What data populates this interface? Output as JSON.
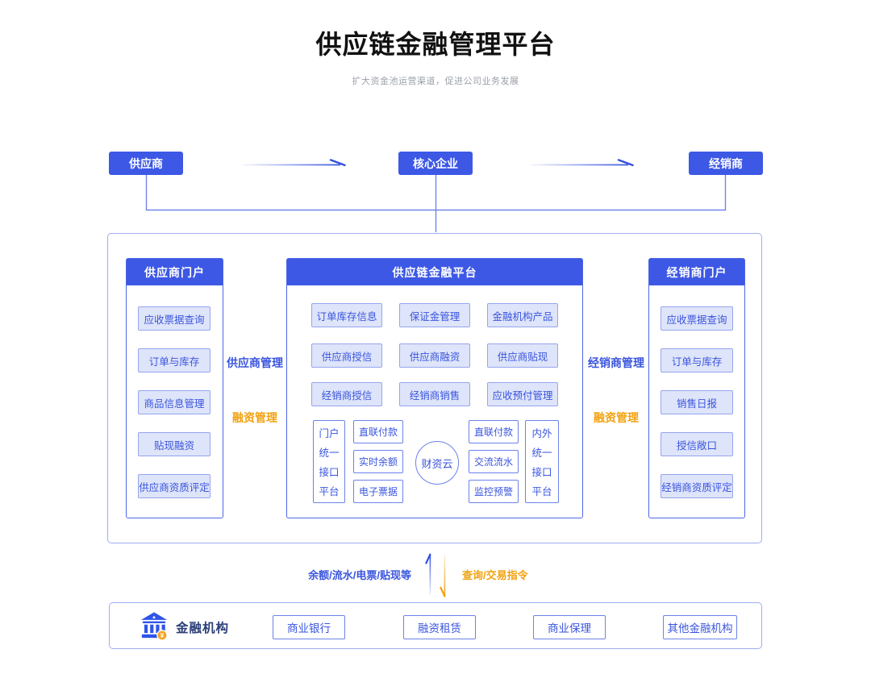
{
  "page": {
    "title": "供应链金融管理平台",
    "subtitle": "扩大资金池运营渠道，促进公司业务发展"
  },
  "top_flow": {
    "supplier": "供应商",
    "core_enterprise": "核心企业",
    "distributor": "经销商"
  },
  "platform": {
    "supplier_portal": {
      "title": "供应商门户",
      "items": [
        "应收票据查询",
        "订单与库存",
        "商品信息管理",
        "贴现融资",
        "供应商资质评定"
      ]
    },
    "finance_platform": {
      "title": "供应链金融平台",
      "modules": [
        "订单库存信息",
        "保证金管理",
        "金融机构产品",
        "供应商授信",
        "供应商融资",
        "供应商贴现",
        "经销商授信",
        "经销商销售",
        "应收预付管理"
      ],
      "portal_interface_lines": [
        "门户",
        "统一",
        "接口",
        "平台"
      ],
      "left_services": [
        "直联付款",
        "实时余额",
        "电子票据"
      ],
      "treasury_cloud": "财资云",
      "right_services": [
        "直联付款",
        "交流流水",
        "监控预警"
      ],
      "external_interface_lines": [
        "内外",
        "统一",
        "接口",
        "平台"
      ]
    },
    "distributor_portal": {
      "title": "经销商门户",
      "items": [
        "应收票据查询",
        "订单与库存",
        "销售日报",
        "授信敞口",
        "经销商资质评定"
      ]
    },
    "left_gap": {
      "management_label": "供应商管理",
      "finance_label": "融资管理"
    },
    "right_gap": {
      "management_label": "经销商管理",
      "finance_label": "融资管理"
    }
  },
  "data_flow": {
    "up_label": "余额/流水/电票/贴现等",
    "down_label": "查询/交易指令"
  },
  "institutions": {
    "label": "金融机构",
    "coin_symbol": "¥",
    "items": [
      "商业银行",
      "融资租赁",
      "商业保理",
      "其他金融机构"
    ]
  },
  "colors": {
    "primary_blue": "#3d58e5",
    "panel_border_blue": "#4d67e4",
    "chip_fill": "#dee4f9",
    "chip_border": "#96a5ef",
    "chip_text": "#3a55de",
    "outline_border": "#9fadf1",
    "connector_blue": "#7285ea",
    "accent_orange": "#f2a20f",
    "institution_label": "#2b3f77",
    "coin_orange": "#f6a623"
  }
}
